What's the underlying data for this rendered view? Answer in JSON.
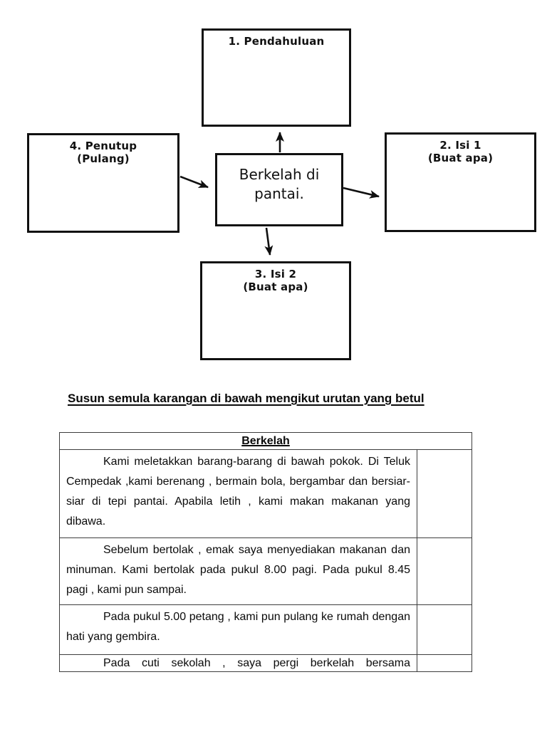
{
  "diagram": {
    "center": {
      "text": "Berkelah di pantai."
    },
    "top": {
      "line1": "1. Pendahuluan",
      "line2": ""
    },
    "right": {
      "line1": "2. Isi 1",
      "line2": "(Buat apa)"
    },
    "bottom": {
      "line1": "3. Isi 2",
      "line2": "(Buat apa)"
    },
    "left": {
      "line1": "4. Penutup",
      "line2": "(Pulang)"
    }
  },
  "instruction_heading": "Susun semula karangan di bawah mengikut urutan yang betul",
  "table": {
    "title": "Berkelah",
    "rows": [
      {
        "text": "Kami meletakkan barang-barang di bawah pokok. Di Teluk Cempedak ,kami berenang , bermain bola, bergambar dan bersiar-siar di tepi pantai. Apabila letih , kami makan makanan yang dibawa."
      },
      {
        "text": "Sebelum bertolak , emak saya menyediakan makanan dan minuman. Kami bertolak pada pukul 8.00 pagi. Pada pukul 8.45 pagi , kami pun sampai."
      },
      {
        "text": "Pada pukul 5.00 petang , kami pun pulang ke rumah dengan hati yang gembira."
      },
      {
        "text": "Pada cuti sekolah , saya pergi berkelah bersama"
      }
    ]
  },
  "colors": {
    "box_border": "#101010",
    "table_border": "#3d3d3d",
    "text": "#0a0a0a",
    "page_background": "#ffffff"
  }
}
